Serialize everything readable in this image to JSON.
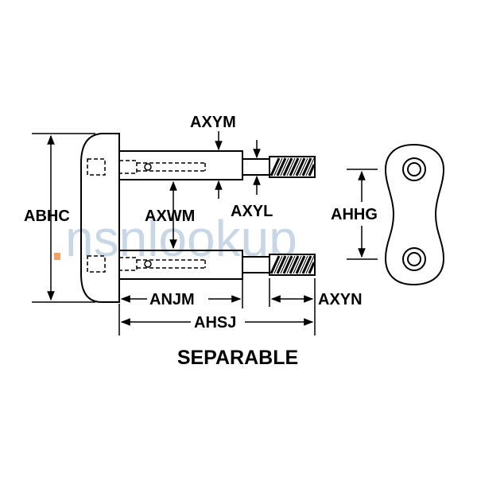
{
  "watermark": {
    "text": "nsnlookup",
    "dot_color": "#f4a261",
    "text_color": "#9bb8d3"
  },
  "labels": {
    "abhc": "ABHC",
    "axym": "AXYM",
    "axwm": "AXWM",
    "axyl": "AXYL",
    "ahhg": "AHHG",
    "anjm": "ANJM",
    "axyn": "AXYN",
    "ahsj": "AHSJ"
  },
  "caption": "SEPARABLE"
}
